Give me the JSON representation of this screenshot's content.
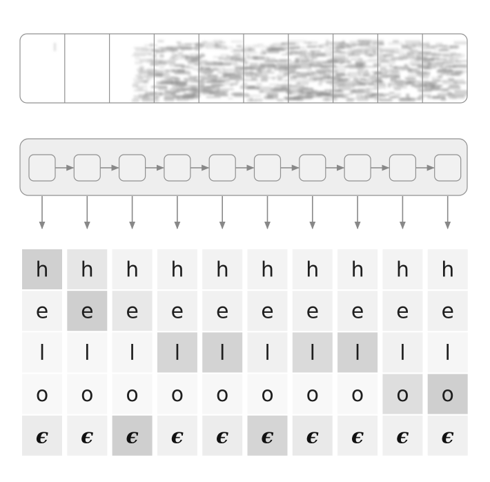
{
  "spectrogram": {
    "frame_count": 10
  },
  "rnn": {
    "cell_count": 10
  },
  "output": {
    "symbols": [
      "h",
      "e",
      "l",
      "o",
      "ϵ"
    ],
    "columns": [
      {
        "shades": [
          "#d0d0d0",
          "#f3f3f3",
          "#f7f7f7",
          "#f8f8f8",
          "#ebebeb"
        ]
      },
      {
        "shades": [
          "#e6e6e6",
          "#cfcfcf",
          "#f7f7f7",
          "#f8f8f8",
          "#f1f1f1"
        ]
      },
      {
        "shades": [
          "#f3f3f3",
          "#e8e8e8",
          "#f6f6f6",
          "#f8f8f8",
          "#cfcfcf"
        ]
      },
      {
        "shades": [
          "#f3f3f3",
          "#f1f1f1",
          "#d6d6d6",
          "#f8f8f8",
          "#f0f0f0"
        ]
      },
      {
        "shades": [
          "#f2f2f2",
          "#f1f1f1",
          "#d3d3d3",
          "#f7f7f7",
          "#ececec"
        ]
      },
      {
        "shades": [
          "#f3f3f3",
          "#f1f1f1",
          "#f0f0f0",
          "#f8f8f8",
          "#d5d5d5"
        ]
      },
      {
        "shades": [
          "#f3f3f3",
          "#f1f1f1",
          "#dadada",
          "#f8f8f8",
          "#e9e9e9"
        ]
      },
      {
        "shades": [
          "#f3f3f3",
          "#f1f1f1",
          "#d3d3d3",
          "#f8f8f8",
          "#f0f0f0"
        ]
      },
      {
        "shades": [
          "#f3f3f3",
          "#f1f1f1",
          "#f1f1f1",
          "#dedede",
          "#f0f0f0"
        ]
      },
      {
        "shades": [
          "#f3f3f3",
          "#f1f1f1",
          "#f6f6f6",
          "#cfcfcf",
          "#f0f0f0"
        ]
      }
    ]
  },
  "colors": {
    "outline": "#909090",
    "panel_fill": "#eeeeee",
    "cell_fill": "#f1f1f1",
    "arrow": "#888888",
    "spectrogram_ink": "#8a8a8a"
  }
}
